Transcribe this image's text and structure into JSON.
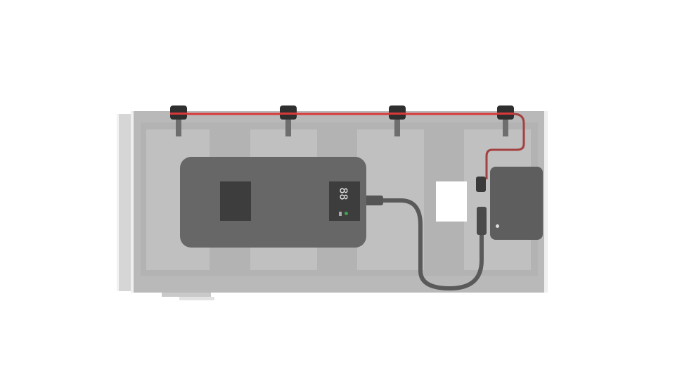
{
  "diagram": {
    "title": "",
    "description": "Top view of a power bank seated in a translucent storage tray, wired via a red cable to four terminals and a small controller box",
    "colors": {
      "background": "#ffffff",
      "tray": "#b9b9b9",
      "power_bank": "#676767",
      "display_panel": "#3d3d3d",
      "wire_red": "#d9393b",
      "cable_dark": "#5a5a5a",
      "controller": "#5e5e5e",
      "indicator_green": "#3fa34d"
    },
    "components": {
      "terminals": [
        {
          "id": "terminal-1"
        },
        {
          "id": "terminal-2"
        },
        {
          "id": "terminal-3"
        },
        {
          "id": "terminal-4"
        }
      ],
      "power_bank": {
        "label": "",
        "display_value": "88",
        "status_icons": [
          "battery-icon",
          "green-indicator-icon"
        ]
      },
      "controller": {
        "id": "controller-box"
      },
      "cable": {
        "from": "power-bank",
        "to": "controller-box"
      },
      "wire": {
        "from": "terminal-1",
        "to": "controller-box",
        "via": [
          "terminal-2",
          "terminal-3",
          "terminal-4"
        ]
      }
    }
  }
}
